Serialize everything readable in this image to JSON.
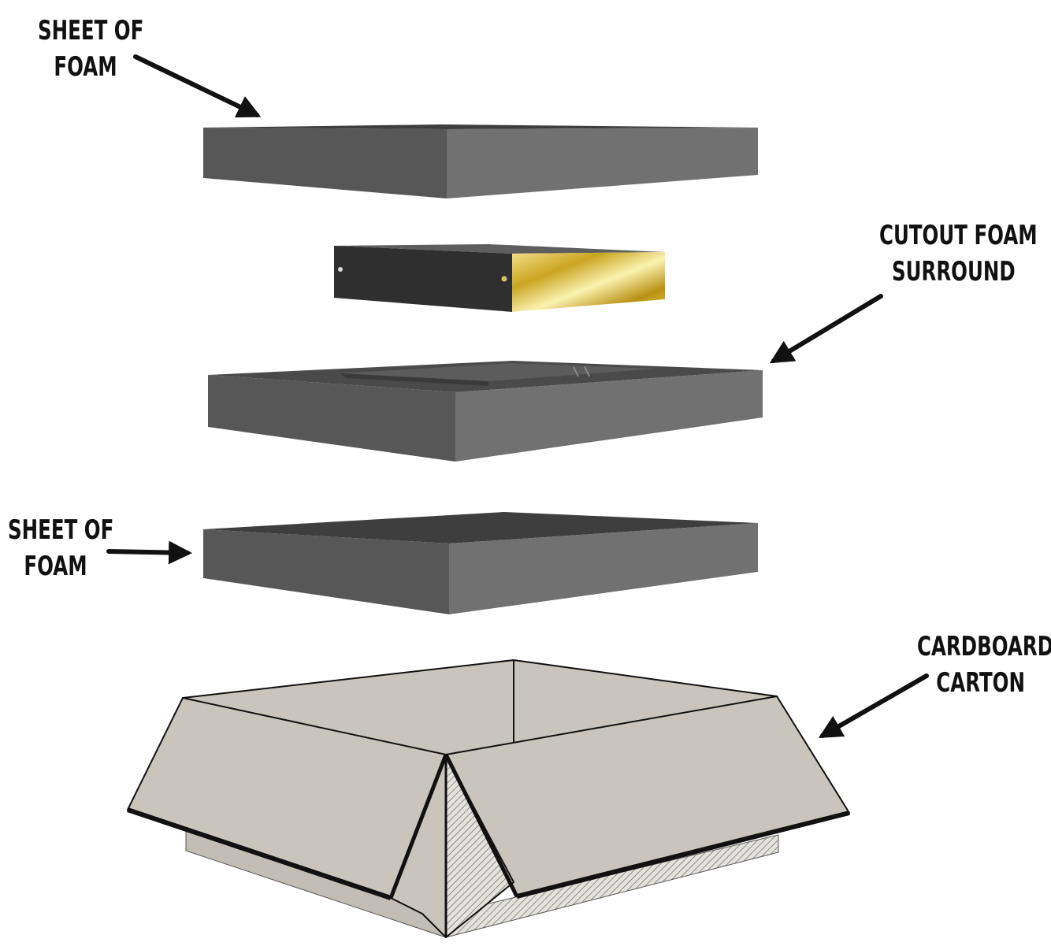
{
  "labels": {
    "top_sheet": {
      "line1": "SHEET OF",
      "line2": "FOAM"
    },
    "cutout_surround": {
      "line1": "CUTOUT FOAM",
      "line2": "SURROUND"
    },
    "bottom_sheet": {
      "line1": "SHEET OF",
      "line2": "FOAM"
    },
    "carton": {
      "line1": "CARDBOARD",
      "line2": "CARTON"
    }
  },
  "colors": {
    "foam_front": "#575757",
    "foam_side": "#717171",
    "foam_top": "#3e3e3e",
    "device_front": "#2f2f2f",
    "device_gold": "#d4b53a",
    "carton_fill": "#c9c5bc",
    "outline": "#111111"
  }
}
